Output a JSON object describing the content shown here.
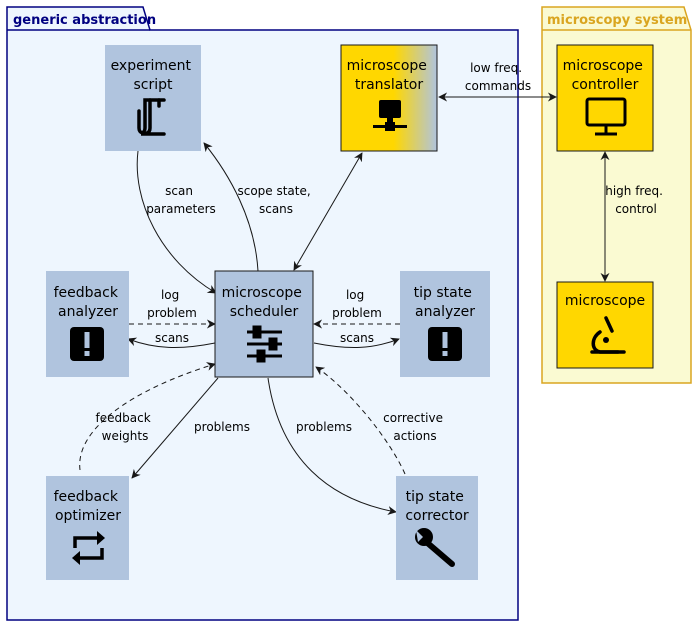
{
  "packages": {
    "generic": {
      "title": "generic abstraction",
      "border": "#000080",
      "fill": "#EEF6FE"
    },
    "microscopy": {
      "title": "microscopy system",
      "border": "#DAA520",
      "fill": "#FAFAD2"
    }
  },
  "colors": {
    "node_blue": "#B0C4DE",
    "node_gold": "#FFD700",
    "edge": "#181818"
  },
  "nodes": {
    "experiment_script": {
      "line1": "experiment",
      "line2": "script",
      "icon": "scroll-icon"
    },
    "microscope_translator": {
      "line1": "microscope",
      "line2": "translator",
      "icon": "network-icon"
    },
    "feedback_analyzer": {
      "line1": "feedback",
      "line2": "analyzer",
      "icon": "alert-icon"
    },
    "microscope_scheduler": {
      "line1": "microscope",
      "line2": "scheduler",
      "icon": "sliders-icon"
    },
    "tip_state_analyzer": {
      "line1": "tip state",
      "line2": "analyzer",
      "icon": "alert-icon"
    },
    "feedback_optimizer": {
      "line1": "feedback",
      "line2": "optimizer",
      "icon": "repeat-icon"
    },
    "tip_state_corrector": {
      "line1": "tip state",
      "line2": "corrector",
      "icon": "wrench-icon"
    },
    "microscope_controller": {
      "line1": "microscope",
      "line2": "controller",
      "icon": "monitor-icon"
    },
    "microscope": {
      "line1": "microscope",
      "icon": "microscope-icon"
    }
  },
  "edges": {
    "scan_parameters": [
      "scan",
      "parameters"
    ],
    "scope_state_scans": [
      "scope state,",
      "scans"
    ],
    "low_freq_commands": [
      "low freq.",
      "commands"
    ],
    "high_freq_control": [
      "high freq.",
      "control"
    ],
    "fa_log_problem": [
      "log",
      "problem"
    ],
    "fa_scans": [
      "scans"
    ],
    "ta_log_problem": [
      "log",
      "problem"
    ],
    "ta_scans": [
      "scans"
    ],
    "feedback_weights": [
      "feedback",
      "weights"
    ],
    "problems_left": [
      "problems"
    ],
    "problems_right": [
      "problems"
    ],
    "corrective_actions": [
      "corrective",
      "actions"
    ]
  }
}
